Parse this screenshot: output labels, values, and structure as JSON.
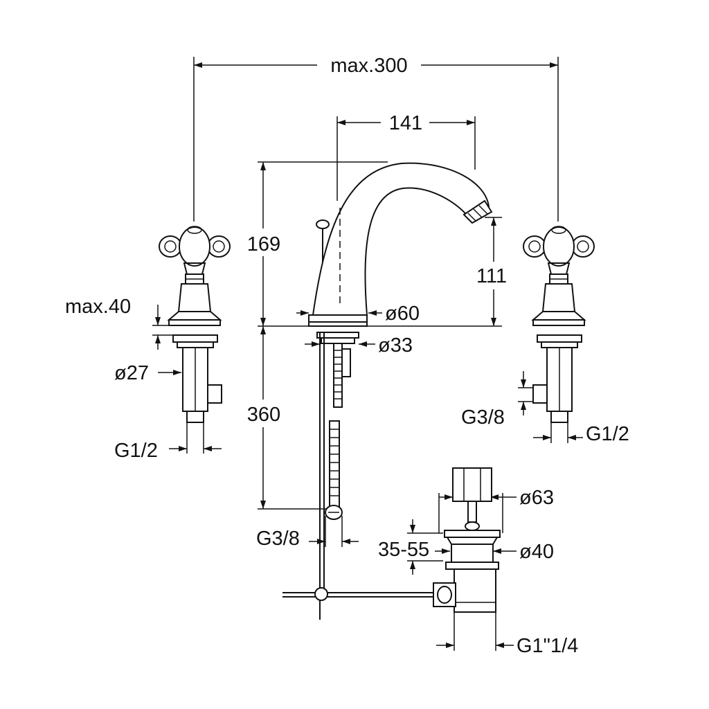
{
  "dimensions": {
    "max_width": "max.300",
    "spout_reach": "141",
    "spout_height": "169",
    "outlet_height": "111",
    "base_diameter": "ø60",
    "shank_diameter": "ø33",
    "handle_max": "max.40",
    "valve_diameter": "ø27",
    "left_thread": "G1/2",
    "right_connector": "G3/8",
    "right_thread": "G1/2",
    "hose_length": "360",
    "hose_thread": "G3/8",
    "knob_diameter": "ø63",
    "drain_range": "35-55",
    "flange_diameter": "ø40",
    "waste_thread": "G1\"1/4"
  }
}
